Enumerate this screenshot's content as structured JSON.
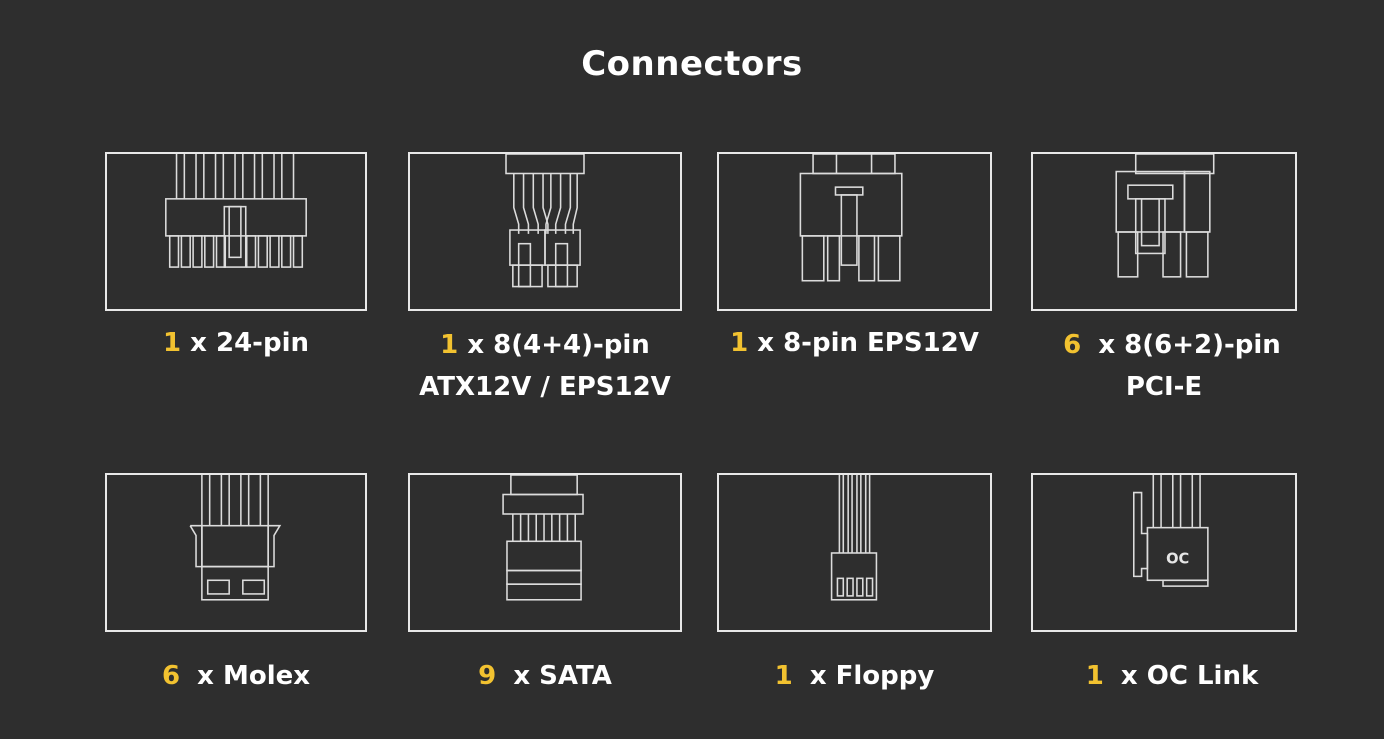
{
  "title": "Connectors",
  "accent_color": "#f2c230",
  "connectors": [
    {
      "qty": "1",
      "label": "x 24-pin",
      "label2": "",
      "icon": "24-pin-connector-icon"
    },
    {
      "qty": "1",
      "label": "x 8(4+4)-pin",
      "label2": "ATX12V / EPS12V",
      "icon": "8-pin-4-plus-4-connector-icon"
    },
    {
      "qty": "1",
      "label": "x 8-pin EPS12V",
      "label2": "",
      "icon": "8-pin-eps12v-connector-icon"
    },
    {
      "qty": "6",
      "label": "x 8(6+2)-pin",
      "label2": "PCI-E",
      "icon": "8-pin-6-plus-2-pcie-connector-icon"
    },
    {
      "qty": "6",
      "label": "x Molex",
      "label2": "",
      "icon": "molex-connector-icon"
    },
    {
      "qty": "9",
      "label": "x SATA",
      "label2": "",
      "icon": "sata-connector-icon"
    },
    {
      "qty": "1",
      "label": "x Floppy",
      "label2": "",
      "icon": "floppy-connector-icon"
    },
    {
      "qty": "1",
      "label": "x OC Link",
      "label2": "",
      "icon": "oc-link-connector-icon",
      "icon_text": "OC"
    }
  ]
}
